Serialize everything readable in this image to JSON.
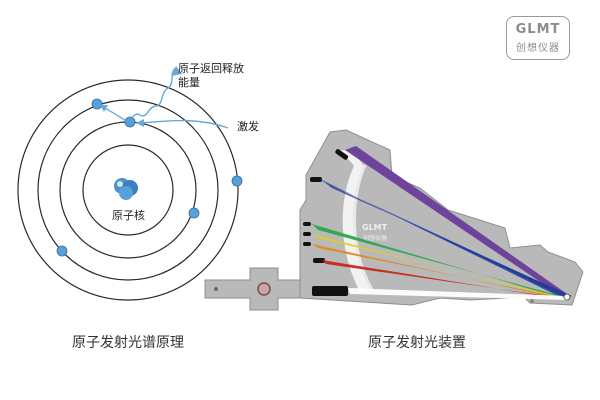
{
  "logo": {
    "brand": "GLMT",
    "subtitle": "创想仪器"
  },
  "atom": {
    "nucleus_label": "原子核",
    "release_label": "原子返回释放",
    "release_label_2": "能量",
    "excite_label": "激发",
    "caption": "原子发射光谱原理"
  },
  "device": {
    "inner_brand": "GLMT",
    "inner_sub": "创想仪器",
    "caption": "原子发射光装置"
  },
  "colors": {
    "orbit": "#2a2a2a",
    "electron": "#5aa0d8",
    "nucleus": "#3a86c8",
    "housing": "#b9b9b9",
    "arrow": "#6aa8d8"
  },
  "spectrum_colors": [
    "#6a3d9a",
    "#2b4fb8",
    "#2fa84f",
    "#d9d02a",
    "#e08a1e",
    "#c8281e"
  ]
}
